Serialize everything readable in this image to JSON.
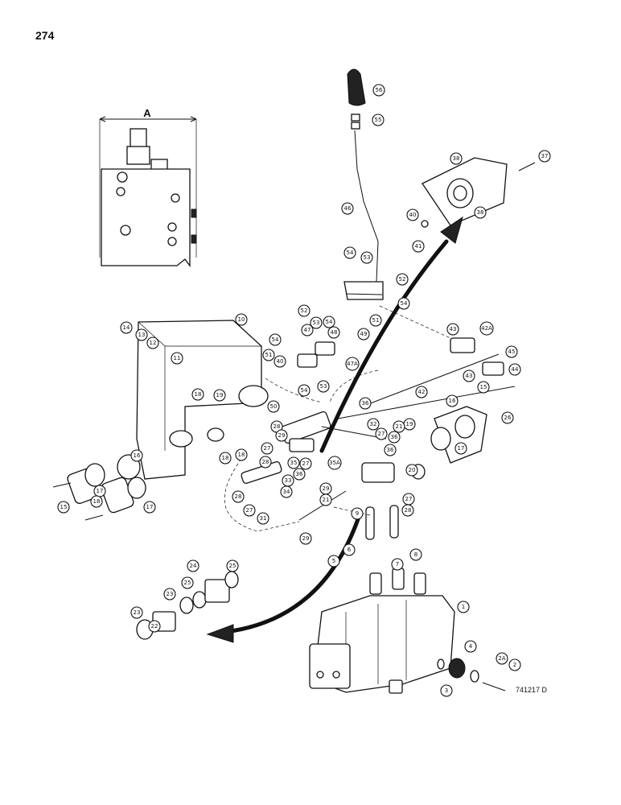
{
  "page_number": "274",
  "drawing_code": "741217 D",
  "inset": {
    "dimension_label": "A"
  },
  "callouts": [
    {
      "id": "c1",
      "text": "1"
    },
    {
      "id": "c2",
      "text": "2"
    },
    {
      "id": "c2a",
      "text": "2A"
    },
    {
      "id": "c3",
      "text": "3"
    },
    {
      "id": "c4",
      "text": "4"
    },
    {
      "id": "c5",
      "text": "5"
    },
    {
      "id": "c6",
      "text": "6"
    },
    {
      "id": "c7",
      "text": "7"
    },
    {
      "id": "c8",
      "text": "8"
    },
    {
      "id": "c9",
      "text": "9"
    },
    {
      "id": "c10",
      "text": "10"
    },
    {
      "id": "c11",
      "text": "11"
    },
    {
      "id": "c12",
      "text": "12"
    },
    {
      "id": "c13",
      "text": "13"
    },
    {
      "id": "c14",
      "text": "14"
    },
    {
      "id": "c15a",
      "text": "15"
    },
    {
      "id": "c15b",
      "text": "15"
    },
    {
      "id": "c16a",
      "text": "16"
    },
    {
      "id": "c16b",
      "text": "16"
    },
    {
      "id": "c17a",
      "text": "17"
    },
    {
      "id": "c17b",
      "text": "17"
    },
    {
      "id": "c17c",
      "text": "17"
    },
    {
      "id": "c18a",
      "text": "18"
    },
    {
      "id": "c18b",
      "text": "18"
    },
    {
      "id": "c18c",
      "text": "18"
    },
    {
      "id": "c18d",
      "text": "18"
    },
    {
      "id": "c19a",
      "text": "19"
    },
    {
      "id": "c19b",
      "text": "19"
    },
    {
      "id": "c20",
      "text": "20"
    },
    {
      "id": "c21a",
      "text": "21"
    },
    {
      "id": "c21b",
      "text": "21"
    },
    {
      "id": "c22",
      "text": "22"
    },
    {
      "id": "c23a",
      "text": "23"
    },
    {
      "id": "c23b",
      "text": "23"
    },
    {
      "id": "c24",
      "text": "24"
    },
    {
      "id": "c25a",
      "text": "25"
    },
    {
      "id": "c25b",
      "text": "25"
    },
    {
      "id": "c26",
      "text": "26"
    },
    {
      "id": "c27a",
      "text": "27"
    },
    {
      "id": "c27b",
      "text": "27"
    },
    {
      "id": "c27c",
      "text": "27"
    },
    {
      "id": "c27d",
      "text": "27"
    },
    {
      "id": "c27e",
      "text": "27"
    },
    {
      "id": "c28a",
      "text": "28"
    },
    {
      "id": "c28b",
      "text": "28"
    },
    {
      "id": "c28c",
      "text": "28"
    },
    {
      "id": "c28d",
      "text": "28"
    },
    {
      "id": "c29a",
      "text": "29"
    },
    {
      "id": "c29b",
      "text": "29"
    },
    {
      "id": "c29c",
      "text": "29"
    },
    {
      "id": "c31",
      "text": "31"
    },
    {
      "id": "c32",
      "text": "32"
    },
    {
      "id": "c33",
      "text": "33"
    },
    {
      "id": "c34",
      "text": "34"
    },
    {
      "id": "c35",
      "text": "35"
    },
    {
      "id": "c35a",
      "text": "35A"
    },
    {
      "id": "c36a",
      "text": "36"
    },
    {
      "id": "c36b",
      "text": "36"
    },
    {
      "id": "c36c",
      "text": "36"
    },
    {
      "id": "c36d",
      "text": "36"
    },
    {
      "id": "c37",
      "text": "37"
    },
    {
      "id": "c38a",
      "text": "38"
    },
    {
      "id": "c38b",
      "text": "38"
    },
    {
      "id": "c40a",
      "text": "40"
    },
    {
      "id": "c40b",
      "text": "40"
    },
    {
      "id": "c41",
      "text": "41"
    },
    {
      "id": "c42",
      "text": "42"
    },
    {
      "id": "c42a",
      "text": "42A"
    },
    {
      "id": "c43a",
      "text": "43"
    },
    {
      "id": "c43b",
      "text": "43"
    },
    {
      "id": "c44",
      "text": "44"
    },
    {
      "id": "c45",
      "text": "45"
    },
    {
      "id": "c46",
      "text": "46"
    },
    {
      "id": "c47",
      "text": "47"
    },
    {
      "id": "c47a",
      "text": "47A"
    },
    {
      "id": "c48",
      "text": "48"
    },
    {
      "id": "c49",
      "text": "49"
    },
    {
      "id": "c50",
      "text": "50"
    },
    {
      "id": "c51a",
      "text": "51"
    },
    {
      "id": "c51b",
      "text": "51"
    },
    {
      "id": "c52a",
      "text": "52"
    },
    {
      "id": "c52b",
      "text": "52"
    },
    {
      "id": "c53a",
      "text": "53"
    },
    {
      "id": "c53b",
      "text": "53"
    },
    {
      "id": "c53c",
      "text": "53"
    },
    {
      "id": "c54a",
      "text": "54"
    },
    {
      "id": "c54b",
      "text": "54"
    },
    {
      "id": "c54c",
      "text": "54"
    },
    {
      "id": "c54d",
      "text": "54"
    },
    {
      "id": "c54e",
      "text": "54"
    },
    {
      "id": "c55",
      "text": "55"
    },
    {
      "id": "c56",
      "text": "56"
    }
  ]
}
